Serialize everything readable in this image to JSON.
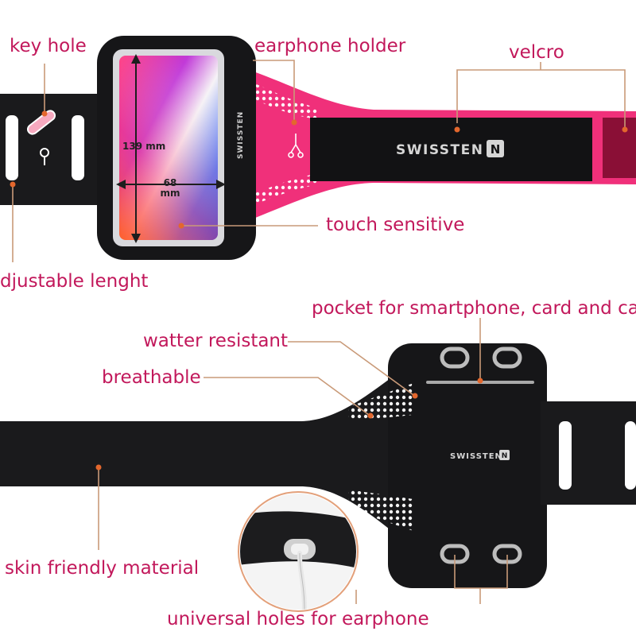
{
  "labels": {
    "key_hole": "key hole",
    "earphone_holder": "earphone holder",
    "velcro": "velcro",
    "adjustable_length": "djustable lenght",
    "touch_sensitive": "touch sensitive",
    "pocket": "pocket for smartphone, card and ca",
    "water_resistant": "watter resistant",
    "breathable": "breathable",
    "skin_friendly": "skin friendly material",
    "universal_holes": "universal holes for earphone"
  },
  "dimensions": {
    "height": "139 mm",
    "width_value": "68",
    "width_unit": "mm"
  },
  "brand": {
    "name": "SWISSTEN",
    "logo_letter": "N"
  },
  "colors": {
    "label_text": "#c2185b",
    "leader_line": "#c99a78",
    "leader_dot": "#e3672d",
    "band_black": "#161618",
    "band_pink": "#f0307a",
    "brand_gray": "#cfcfcf"
  }
}
